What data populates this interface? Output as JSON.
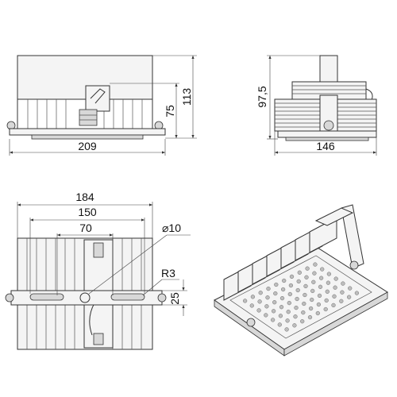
{
  "views": {
    "front": {
      "width_label": "209",
      "height_label": "113",
      "inner_height_label": "75"
    },
    "side": {
      "width_label": "146",
      "height_label": "97,5"
    },
    "top": {
      "overall_width_label": "184",
      "mount_span_label": "150",
      "center_span_label": "70",
      "hole_diameter_label": "⌀10",
      "radius_label": "R3",
      "bracket_width_label": "25"
    }
  }
}
